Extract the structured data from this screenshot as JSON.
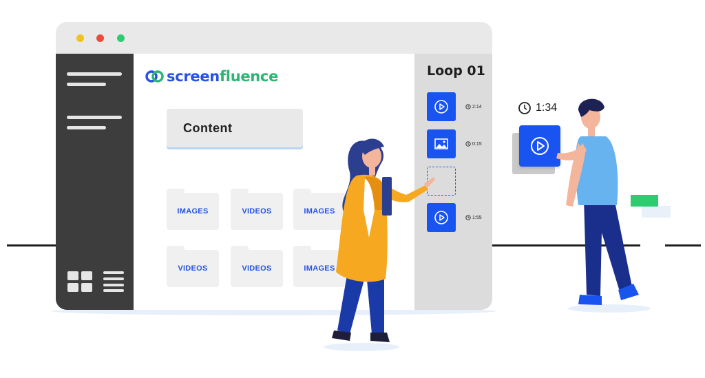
{
  "window": {
    "dots": [
      "#f2c21b",
      "#e74c3c",
      "#2ecc71"
    ]
  },
  "brand": {
    "part1": "screen",
    "part2": "fluence",
    "icon": "screenfluence-logo-icon"
  },
  "main": {
    "content_label": "Content",
    "folders": [
      {
        "label": "IMAGES"
      },
      {
        "label": "VIDEOS"
      },
      {
        "label": "IMAGES"
      },
      {
        "label": "VIDEOS"
      },
      {
        "label": "VIDEOS"
      },
      {
        "label": "IMAGES"
      }
    ]
  },
  "loop": {
    "title": "Loop 01",
    "items": [
      {
        "type": "video",
        "icon": "play-icon",
        "duration": "2:14"
      },
      {
        "type": "image",
        "icon": "image-icon",
        "duration": "0:15"
      },
      {
        "type": "empty",
        "icon": "",
        "duration": ""
      },
      {
        "type": "video",
        "icon": "play-icon",
        "duration": "1:55"
      }
    ]
  },
  "floating": {
    "timer": "1:34",
    "icon": "play-icon"
  },
  "colors": {
    "accent": "#1a54f0",
    "brand_blue": "#2553e6",
    "brand_green": "#2cb673",
    "sidebar": "#3d3d3d"
  }
}
